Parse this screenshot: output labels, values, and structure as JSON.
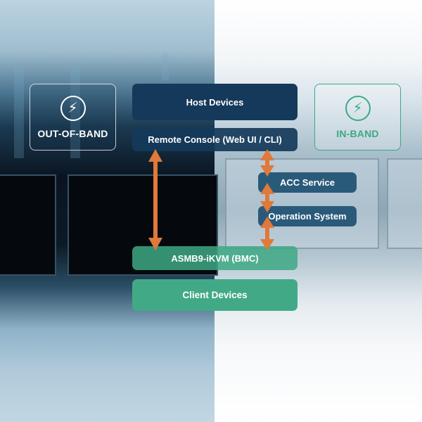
{
  "diagram": {
    "out_of_band": {
      "label": "OUT-OF-BAND",
      "icon": "lightning-bolt-icon"
    },
    "in_band": {
      "label": "IN-BAND",
      "icon": "lightning-bolt-icon"
    },
    "nodes": {
      "host_devices": "Host Devices",
      "remote_console": "Remote Console (Web UI / CLI)",
      "acc_service": "ACC Service",
      "operation_system": "Operation System",
      "asmb9_ikvm": "ASMB9-iKVM (BMC)",
      "client_devices": "Client Devices"
    },
    "edges": [
      {
        "from": "remote_console",
        "to": "asmb9_ikvm",
        "type": "bidirectional",
        "band": "out-of-band"
      },
      {
        "from": "remote_console",
        "to": "acc_service",
        "type": "bidirectional",
        "band": "in-band"
      },
      {
        "from": "acc_service",
        "to": "operation_system",
        "type": "bidirectional",
        "band": "in-band"
      },
      {
        "from": "operation_system",
        "to": "asmb9_ikvm",
        "type": "bidirectional",
        "band": "in-band"
      }
    ],
    "colors": {
      "host_box": "#15395a",
      "service_box": "#2a5a7a",
      "bmc_box": "#42a987",
      "arrow": "#e0793a",
      "in_band_accent": "#3ea884"
    }
  }
}
